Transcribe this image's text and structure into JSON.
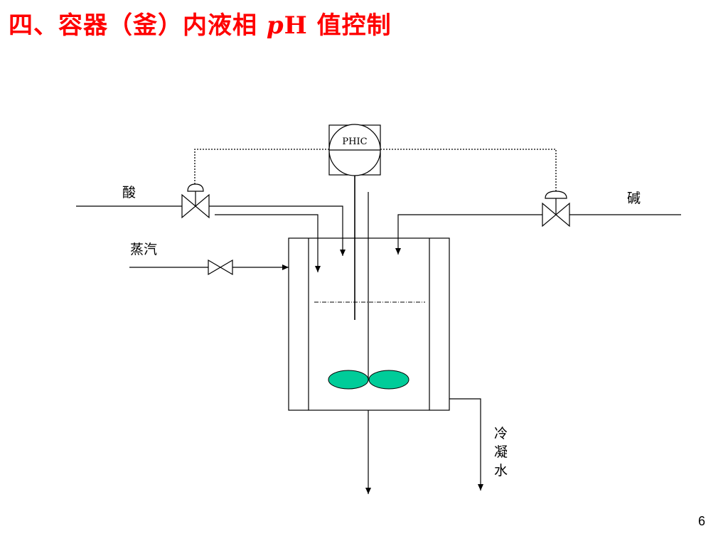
{
  "slide": {
    "title_prefix": "四、容器（釜）内液相 ",
    "title_italic": "p",
    "title_suffix": "H 值控制",
    "page_number": "6"
  },
  "diagram": {
    "controller_tag": "PHIC",
    "acid_label": "酸",
    "base_label": "碱",
    "steam_label": "蒸汽",
    "condensate_chars": [
      "冷",
      "凝",
      "水"
    ],
    "impeller_color": "#00cc99"
  }
}
